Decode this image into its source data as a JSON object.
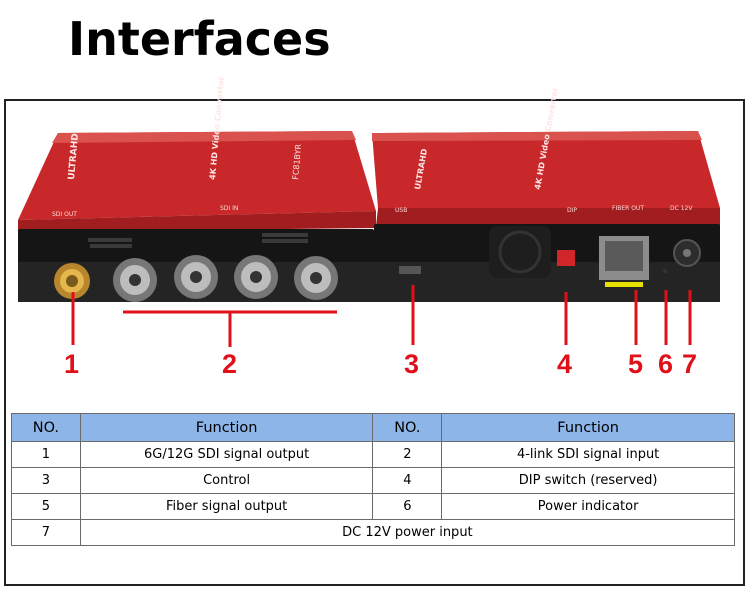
{
  "page": {
    "title": "Interfaces"
  },
  "callouts": [
    "1",
    "2",
    "3",
    "4",
    "5",
    "6",
    "7"
  ],
  "device_labels": {
    "left_brand": "ULTRAHD",
    "left_model": "4K HD Video Converter",
    "left_code": "FC81BYR",
    "left_sdi_out": "SDI OUT",
    "left_sdi_in": "SDI IN",
    "right_brand": "ULTRAHD",
    "right_model": "4K HD Video Converter",
    "right_usb": "USB",
    "right_dip": "DIP",
    "right_fiber": "FIBER OUT",
    "right_dc": "DC 12V"
  },
  "colors": {
    "callout": "#e0101a",
    "header_bg": "#8eb5e8",
    "device_red": "#c8282a"
  },
  "table": {
    "headers": [
      "NO.",
      "Function",
      "NO.",
      "Function"
    ],
    "rows": [
      [
        "1",
        "6G/12G SDI signal output",
        "2",
        "4-link SDI signal input"
      ],
      [
        "3",
        "Control",
        "4",
        "DIP switch (reserved)"
      ],
      [
        "5",
        "Fiber signal output",
        "6",
        "Power indicator"
      ]
    ],
    "last_row": [
      "7",
      "DC 12V power input"
    ]
  }
}
